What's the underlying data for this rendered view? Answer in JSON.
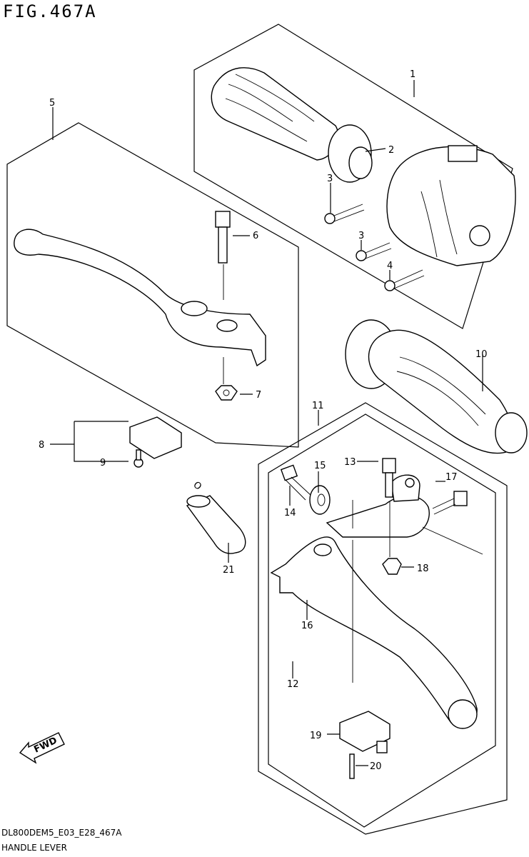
{
  "figure": {
    "title": "FIG.467A",
    "code": "DL800DEM5_E03_E28_467A",
    "name": "HANDLE LEVER",
    "fwd_label": "FWD"
  },
  "callouts": [
    {
      "id": "c1",
      "label": "1"
    },
    {
      "id": "c2",
      "label": "2"
    },
    {
      "id": "c3a",
      "label": "3"
    },
    {
      "id": "c3b",
      "label": "3"
    },
    {
      "id": "c4",
      "label": "4"
    },
    {
      "id": "c5",
      "label": "5"
    },
    {
      "id": "c6",
      "label": "6"
    },
    {
      "id": "c7",
      "label": "7"
    },
    {
      "id": "c8",
      "label": "8"
    },
    {
      "id": "c9",
      "label": "9"
    },
    {
      "id": "c10",
      "label": "10"
    },
    {
      "id": "c11",
      "label": "11"
    },
    {
      "id": "c12",
      "label": "12"
    },
    {
      "id": "c13",
      "label": "13"
    },
    {
      "id": "c14",
      "label": "14"
    },
    {
      "id": "c15",
      "label": "15"
    },
    {
      "id": "c16",
      "label": "16"
    },
    {
      "id": "c17",
      "label": "17"
    },
    {
      "id": "c18",
      "label": "18"
    },
    {
      "id": "c19",
      "label": "19"
    },
    {
      "id": "c20",
      "label": "20"
    },
    {
      "id": "c21",
      "label": "21"
    }
  ]
}
